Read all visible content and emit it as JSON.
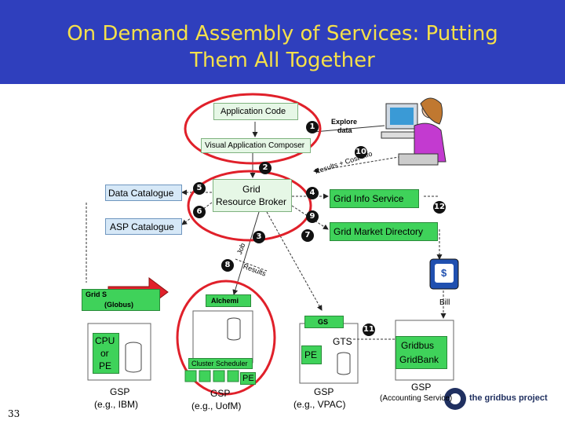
{
  "title_line1": "On Demand Assembly of Services: Putting",
  "title_line2": "Them All Together",
  "slide_number": "33",
  "boxes": {
    "application_code": "Application Code",
    "visual_composer": "Visual Application Composer",
    "grid_broker_1": "Grid",
    "grid_broker_2": "Resource Broker",
    "data_catalogue": "Data Catalogue",
    "asp_catalogue": "ASP Catalogue",
    "grid_info_service": "Grid Info Service",
    "grid_market_directory": "Grid Market Directory",
    "grid_s_1": "Grid S",
    "grid_s_2": "(Globus)",
    "alchemi": "Alchemi",
    "cluster_scheduler": "Cluster Scheduler",
    "gs": "GS",
    "gts": "GTS",
    "pe": "PE",
    "cpu_pe_1": "CPU",
    "cpu_pe_2": "or",
    "cpu_pe_3": "PE",
    "gridbus_1": "Gridbus",
    "gridbus_2": "GridBank"
  },
  "labels": {
    "explore_data_1": "Explore",
    "explore_data_2": "data",
    "results_cost": "Results + Cost Info",
    "job": "Job",
    "results": "Results",
    "bill": "Bill",
    "dollar": "$"
  },
  "gsp": {
    "ibm_1": "GSP",
    "ibm_2": "(e.g., IBM)",
    "uofm_1": "GSP",
    "uofm_2": "(e.g., UofM)",
    "vpac_1": "GSP",
    "vpac_2": "(e.g., VPAC)",
    "acc_1": "GSP",
    "acc_2": "(Accounting Service)"
  },
  "steps": [
    "1",
    "2",
    "3",
    "4",
    "5",
    "6",
    "7",
    "8",
    "9",
    "10",
    "11",
    "12"
  ],
  "logo_text": "the gridbus project",
  "colors": {
    "title_bg": "#2f3fbd",
    "title_fg": "#f5e04a",
    "highlight": "#e0202a",
    "green": "#3fd25a"
  }
}
